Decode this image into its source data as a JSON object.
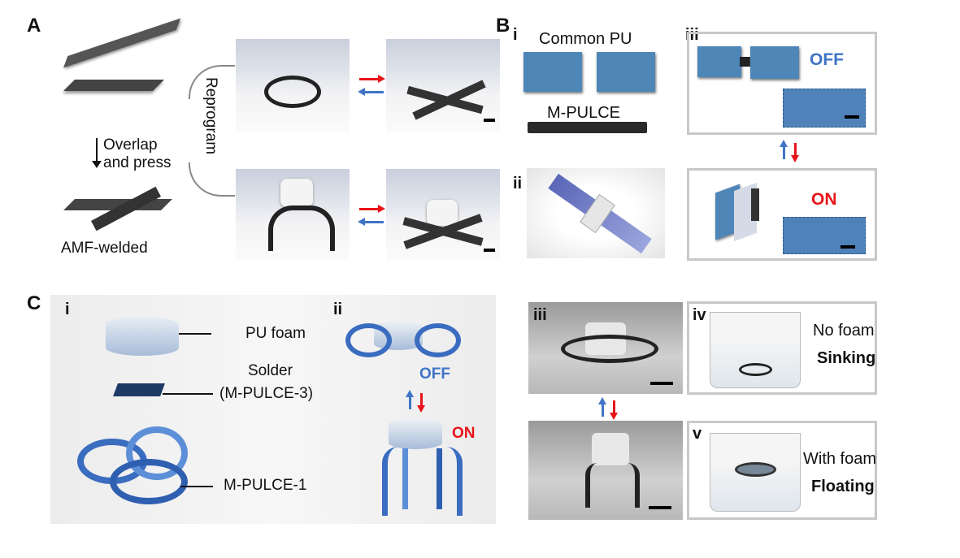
{
  "panels": {
    "A": {
      "label": "A",
      "step": "Overlap\nand press",
      "step_line1": "Overlap",
      "step_line2": "and press",
      "result": "AMF-welded",
      "reprogram": "Reprogram"
    },
    "B": {
      "label": "B",
      "i": "i",
      "ii": "ii",
      "iii": "iii",
      "common_pu": "Common PU",
      "mpulce": "M-PULCE",
      "off": "OFF",
      "on": "ON"
    },
    "C": {
      "label": "C",
      "i": "i",
      "ii": "ii",
      "iii": "iii",
      "iv": "iv",
      "v": "v",
      "pu_foam": "PU foam",
      "solder": "Solder",
      "solder_sub": "(M-PULCE-3)",
      "mpulce1": "M-PULCE-1",
      "off": "OFF",
      "on": "ON",
      "no_foam": "No foam",
      "sinking": "Sinking",
      "with_foam": "With foam",
      "floating": "Floating"
    }
  },
  "colors": {
    "red": "#e8141a",
    "blue": "#3f74c6"
  }
}
